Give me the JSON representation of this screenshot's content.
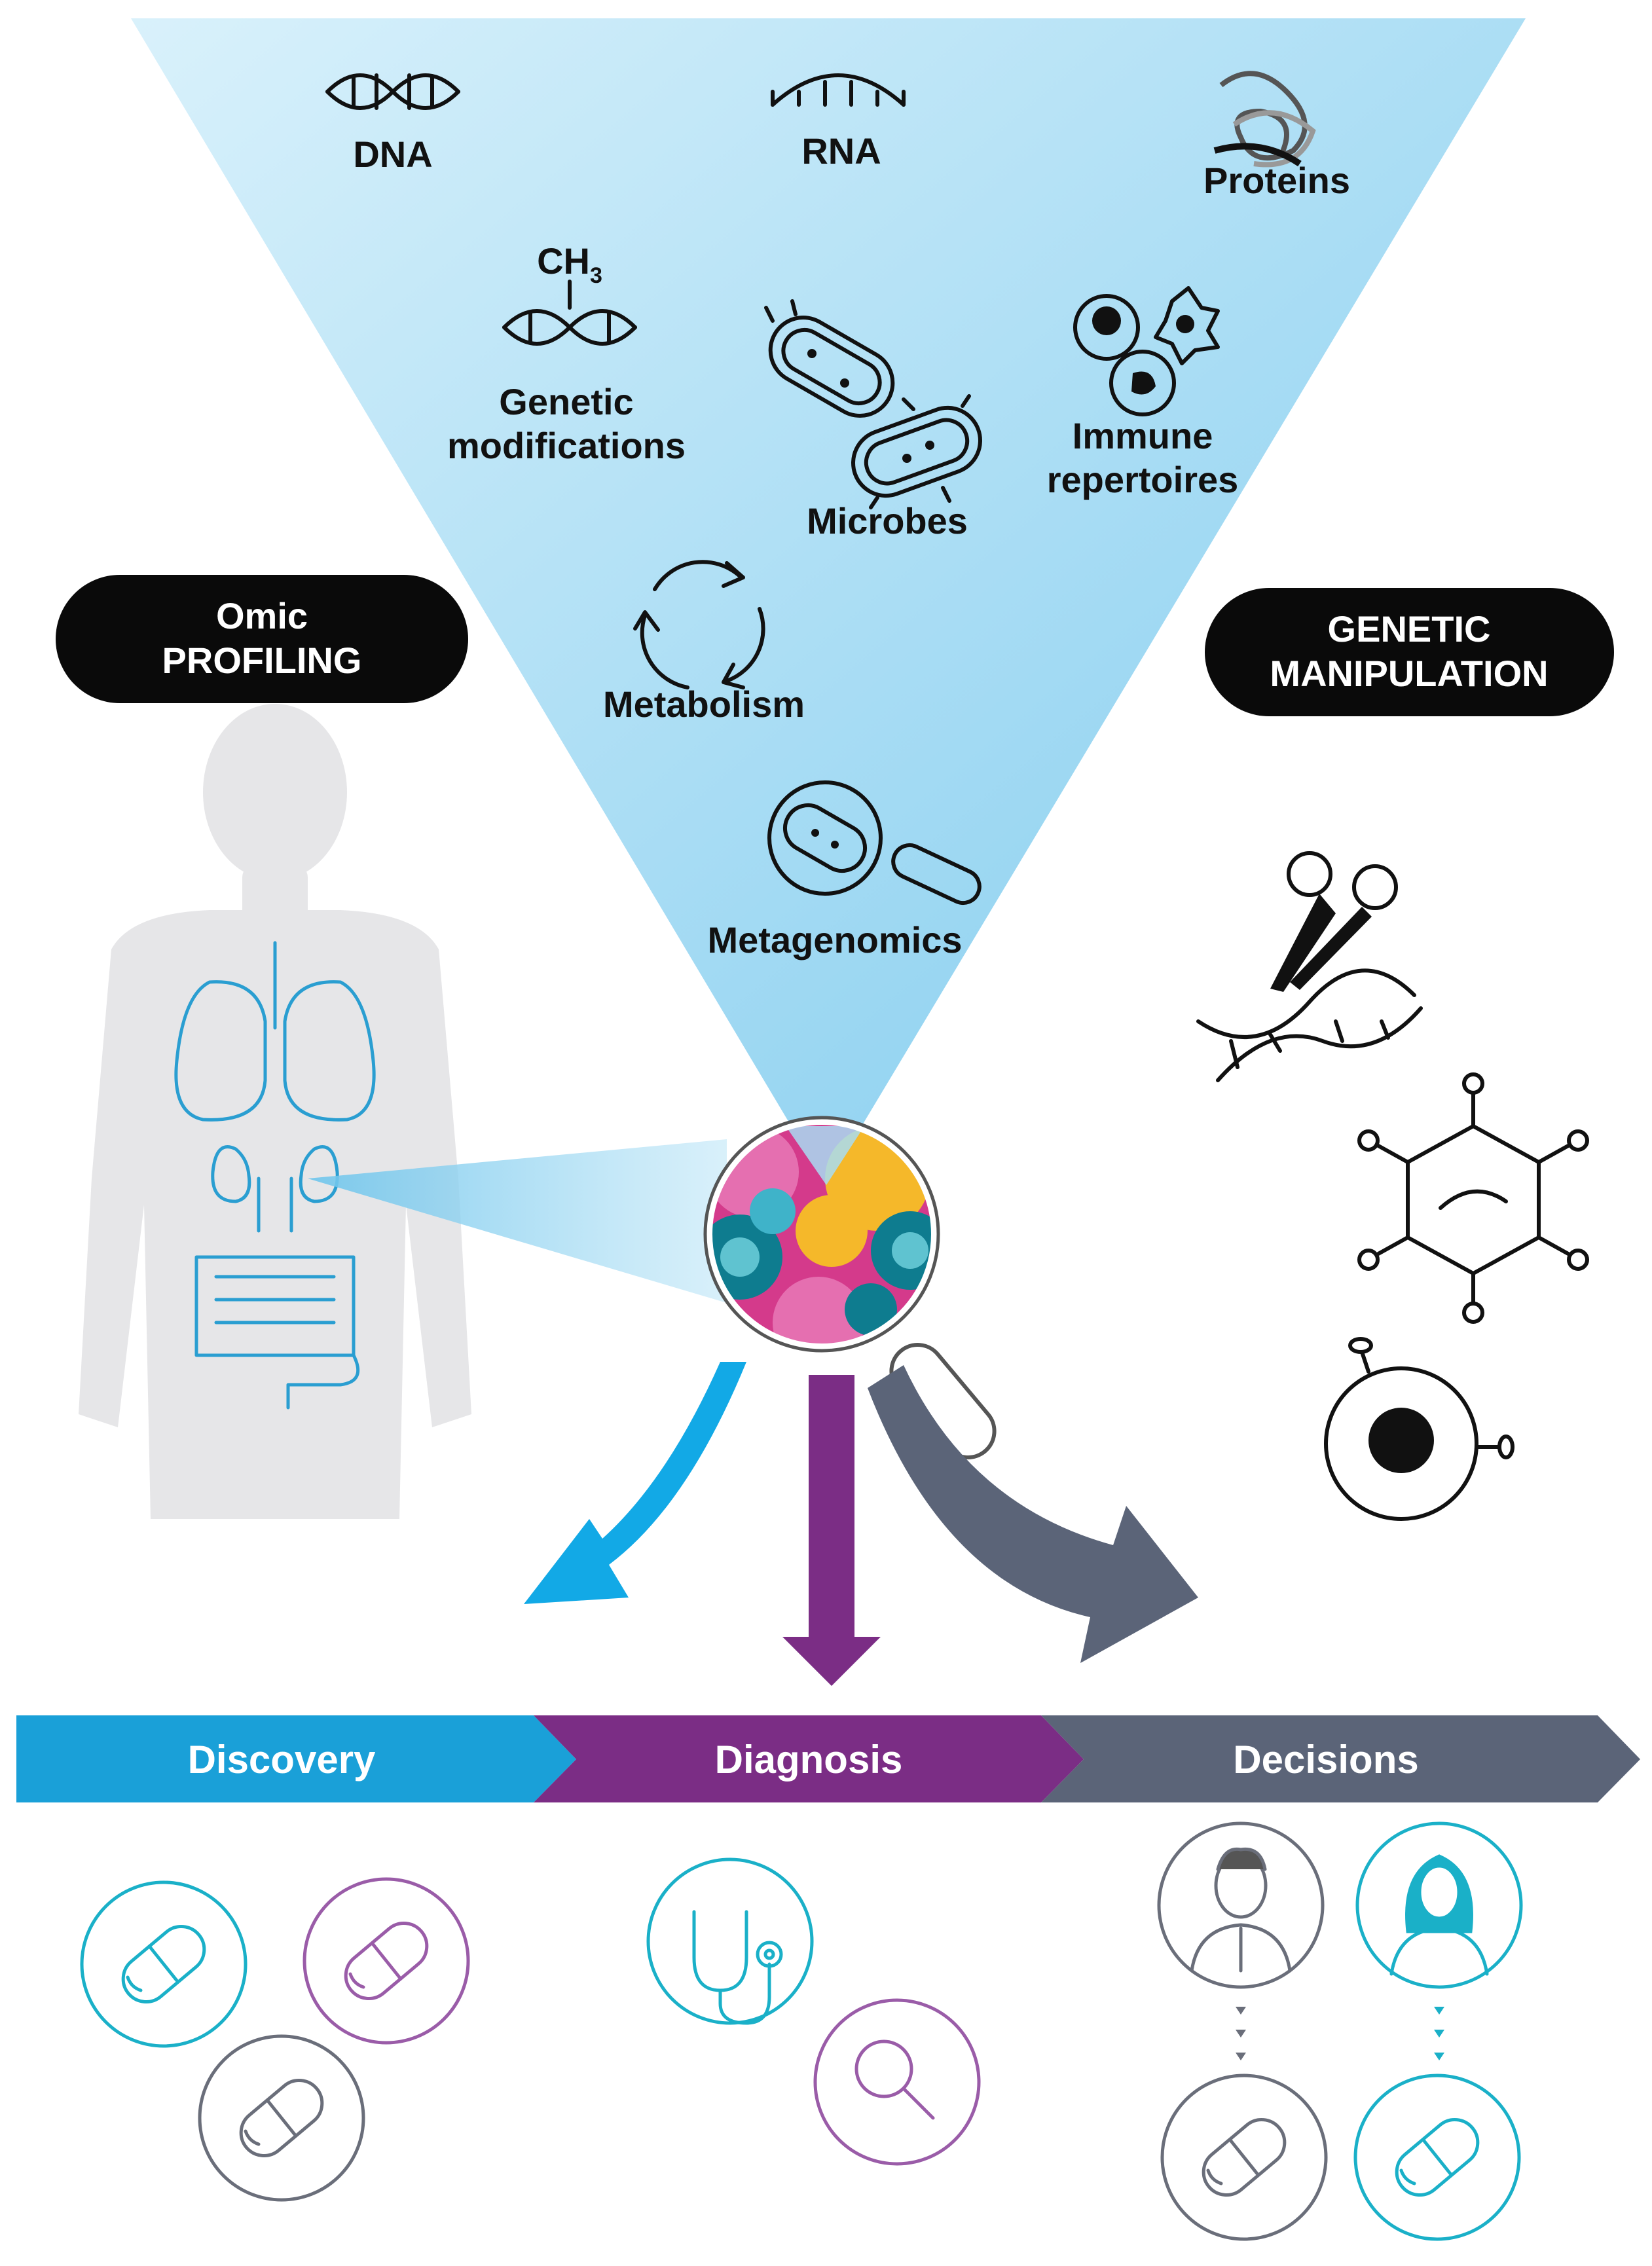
{
  "labels": {
    "dna": "DNA",
    "rna": "RNA",
    "proteins": "Proteins",
    "ch3": "CH",
    "ch3_sub": "3",
    "genetic_mod_1": "Genetic",
    "genetic_mod_2": "modifications",
    "microbes": "Microbes",
    "immune_1": "Immune",
    "immune_2": "repertoires",
    "metabolism": "Metabolism",
    "metagenomics": "Metagenomics"
  },
  "pills": {
    "omic_1": "Omic",
    "omic_2": "PROFILING",
    "genetic_1": "GENETIC",
    "genetic_2": "MANIPULATION"
  },
  "stages": {
    "discovery": "Discovery",
    "diagnosis": "Diagnosis",
    "decisions": "Decisions"
  },
  "colors": {
    "cone": "#a8dcf2",
    "discovery": "#1aa0d8",
    "diagnosis": "#7b2d85",
    "decisions": "#5b6478",
    "body": "#e6e6e8",
    "organ": "#2a9ed1",
    "teal": "#1ab0c8",
    "purple": "#9a5ca8",
    "gray": "#6a6e7a"
  },
  "icons": [
    "dna-icon",
    "rna-icon",
    "protein-icon",
    "methyl-dna-icon",
    "microbe-icon",
    "immune-cell-icon",
    "cycle-icon",
    "metagenomics-icon",
    "scissors-dna-icon",
    "virus-vector-icon",
    "cell-icon",
    "magnifier-icon",
    "pill-icon",
    "stethoscope-icon",
    "search-icon",
    "man-avatar-icon",
    "woman-avatar-icon"
  ]
}
